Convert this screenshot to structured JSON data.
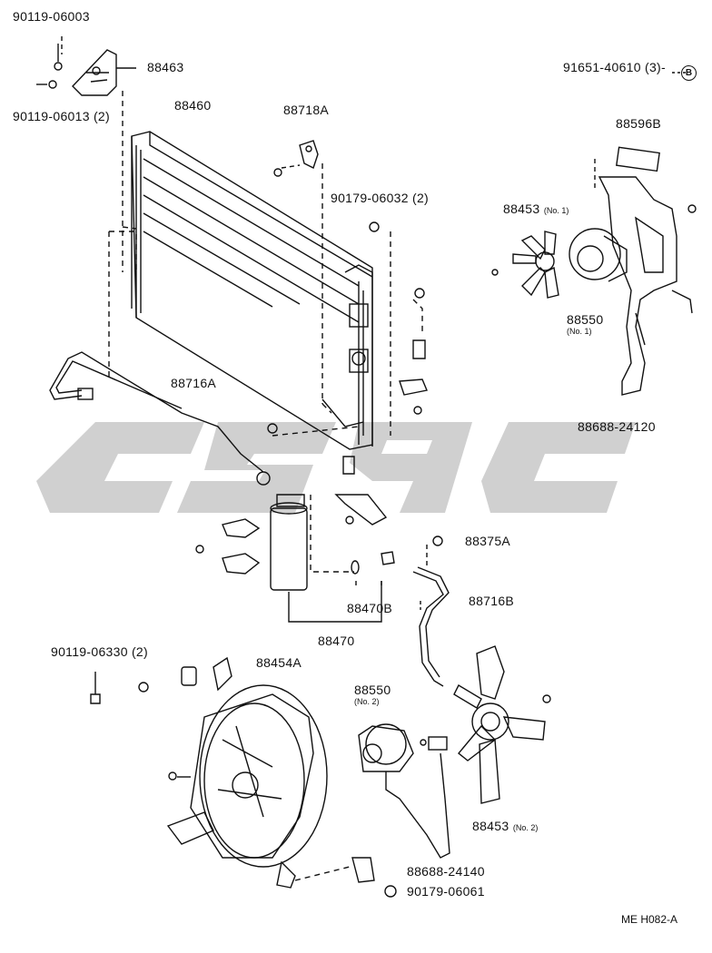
{
  "parts": {
    "bolt_top": "90119-06003",
    "bracket_88463": "88463",
    "bolt_06013": "90119-06013 (2)",
    "condenser": "88460",
    "bracket_88718A": "88718A",
    "nut_06032": "90179-06032 (2)",
    "screw_40610": "91651-40610 (3)-",
    "circle_ref": "B",
    "label_88596B": "88596B",
    "fan_88453_no1": "88453",
    "fan_88453_no1_note": "(No. 1)",
    "motor_88550_no1": "88550",
    "motor_88550_no1_note": "(No. 1)",
    "pipe_88716A": "88716A",
    "bracket_24120": "88688-24120",
    "clip_88375A": "88375A",
    "pipe_88716B": "88716B",
    "drier_88470B": "88470B",
    "drier_88470": "88470",
    "bolt_06330": "90119-06330 (2)",
    "shroud_88454A": "88454A",
    "motor_88550_no2": "88550",
    "motor_88550_no2_note": "(No. 2)",
    "fan_88453_no2": "88453",
    "fan_88453_no2_note": "(No. 2)",
    "bracket_24140": "88688-24140",
    "nut_06061": "90179-06061"
  },
  "figure_ref": "ME H082-A",
  "watermark_color": "#c8c8c8",
  "line_color": "#111111"
}
